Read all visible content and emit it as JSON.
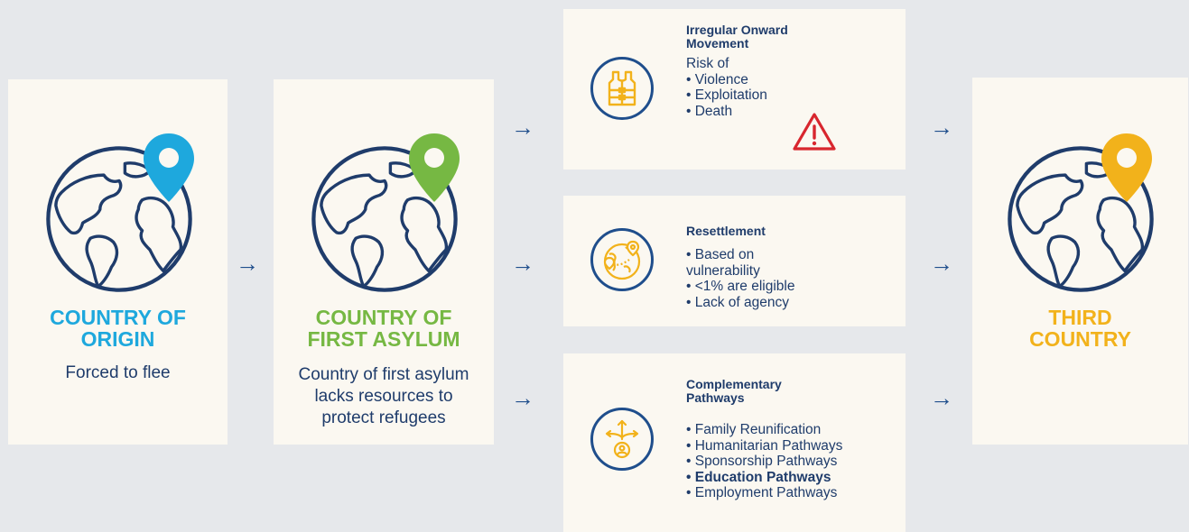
{
  "colors": {
    "origin": "#1ea8dd",
    "asylum": "#76b843",
    "third": "#f2b21b",
    "navy": "#1f3c6b",
    "warning": "#d8262e",
    "icon_gold": "#f2b21b"
  },
  "origin": {
    "title_line1": "COUNTRY OF",
    "title_line2": "ORIGIN",
    "subtitle": "Forced to flee"
  },
  "asylum": {
    "title_line1": "COUNTRY OF",
    "title_line2": "FIRST ASYLUM",
    "subtitle_line1": "Country of first asylum",
    "subtitle_line2": "lacks resources to",
    "subtitle_line3": "protect refugees"
  },
  "third": {
    "title_line1": "THIRD",
    "title_line2": "COUNTRY"
  },
  "irregular": {
    "title_line1": "Irregular Onward",
    "title_line2": "Movement",
    "intro": "Risk of",
    "items": [
      "• Violence",
      "• Exploitation",
      "• Death"
    ],
    "icon": "life-vest-icon"
  },
  "resettlement": {
    "title": "Resettlement",
    "items": [
      "• Based on",
      "vulnerability",
      "• <1% are eligible",
      "• Lack of agency"
    ],
    "icon": "globe-route-icon"
  },
  "complementary": {
    "title_line1": "Complementary",
    "title_line2": "Pathways",
    "items": [
      "• Family Reunification",
      "• Humanitarian Pathways",
      "• Sponsorship Pathways",
      "• Education Pathways",
      "• Employment Pathways"
    ],
    "icon": "person-crossroads-icon"
  },
  "arrow_glyph": "→"
}
